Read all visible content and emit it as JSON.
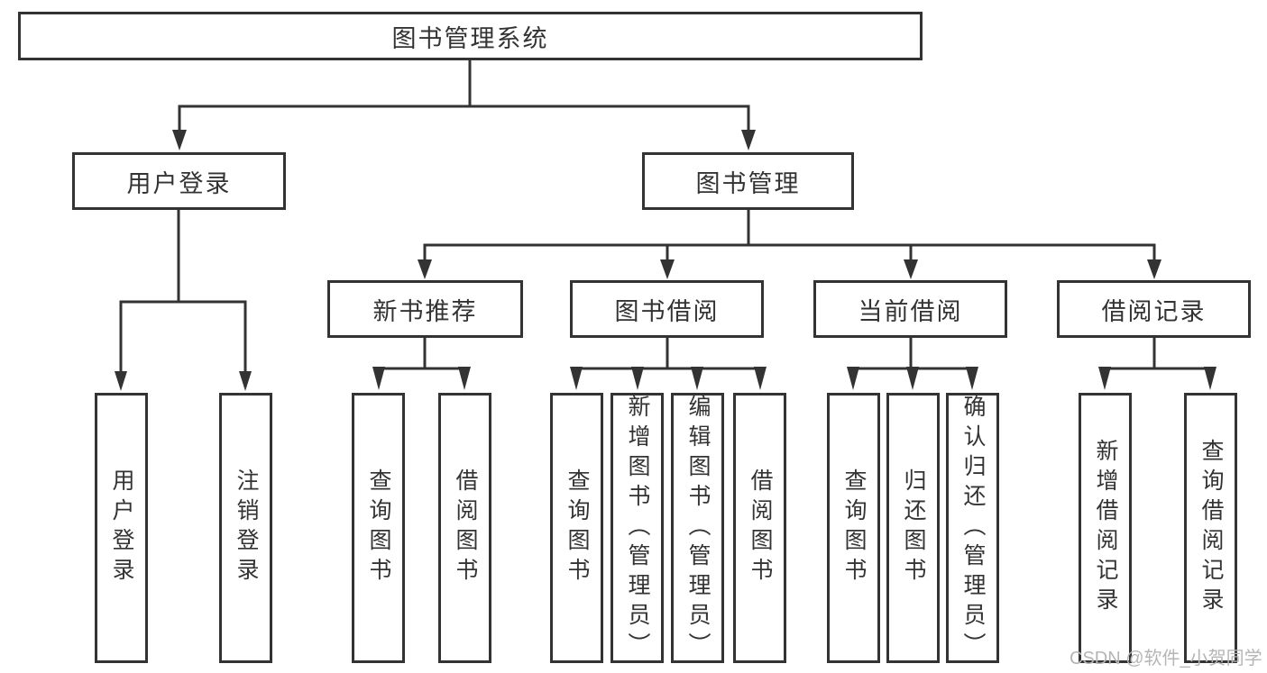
{
  "tree": {
    "root_label": "图书管理系统",
    "level2": {
      "user_login_label": "用户登录",
      "book_mgmt_label": "图书管理"
    },
    "level3": {
      "new_book_label": "新书推荐",
      "book_borrow_label": "图书借阅",
      "current_borrow_label": "当前借阅",
      "borrow_record_label": "借阅记录"
    },
    "leaves": {
      "user_login": [
        "用户登录",
        "注销登录"
      ],
      "new_book": [
        "查询图书",
        "借阅图书"
      ],
      "book_borrow": [
        "查询图书",
        "新增图书（管理员）",
        "编辑图书（管理员）",
        "借阅图书"
      ],
      "current_borrow": [
        "查询图书",
        "归还图书",
        "确认归还（管理员）"
      ],
      "borrow_record": [
        "新增借阅记录",
        "查询借阅记录"
      ]
    }
  },
  "watermark": "CSDN @软件_小贺同学",
  "colors": {
    "line": "#333333",
    "text": "#333333",
    "box_background": "#ffffff",
    "page_background": "#ffffff",
    "watermark": "#b5b5b5"
  }
}
